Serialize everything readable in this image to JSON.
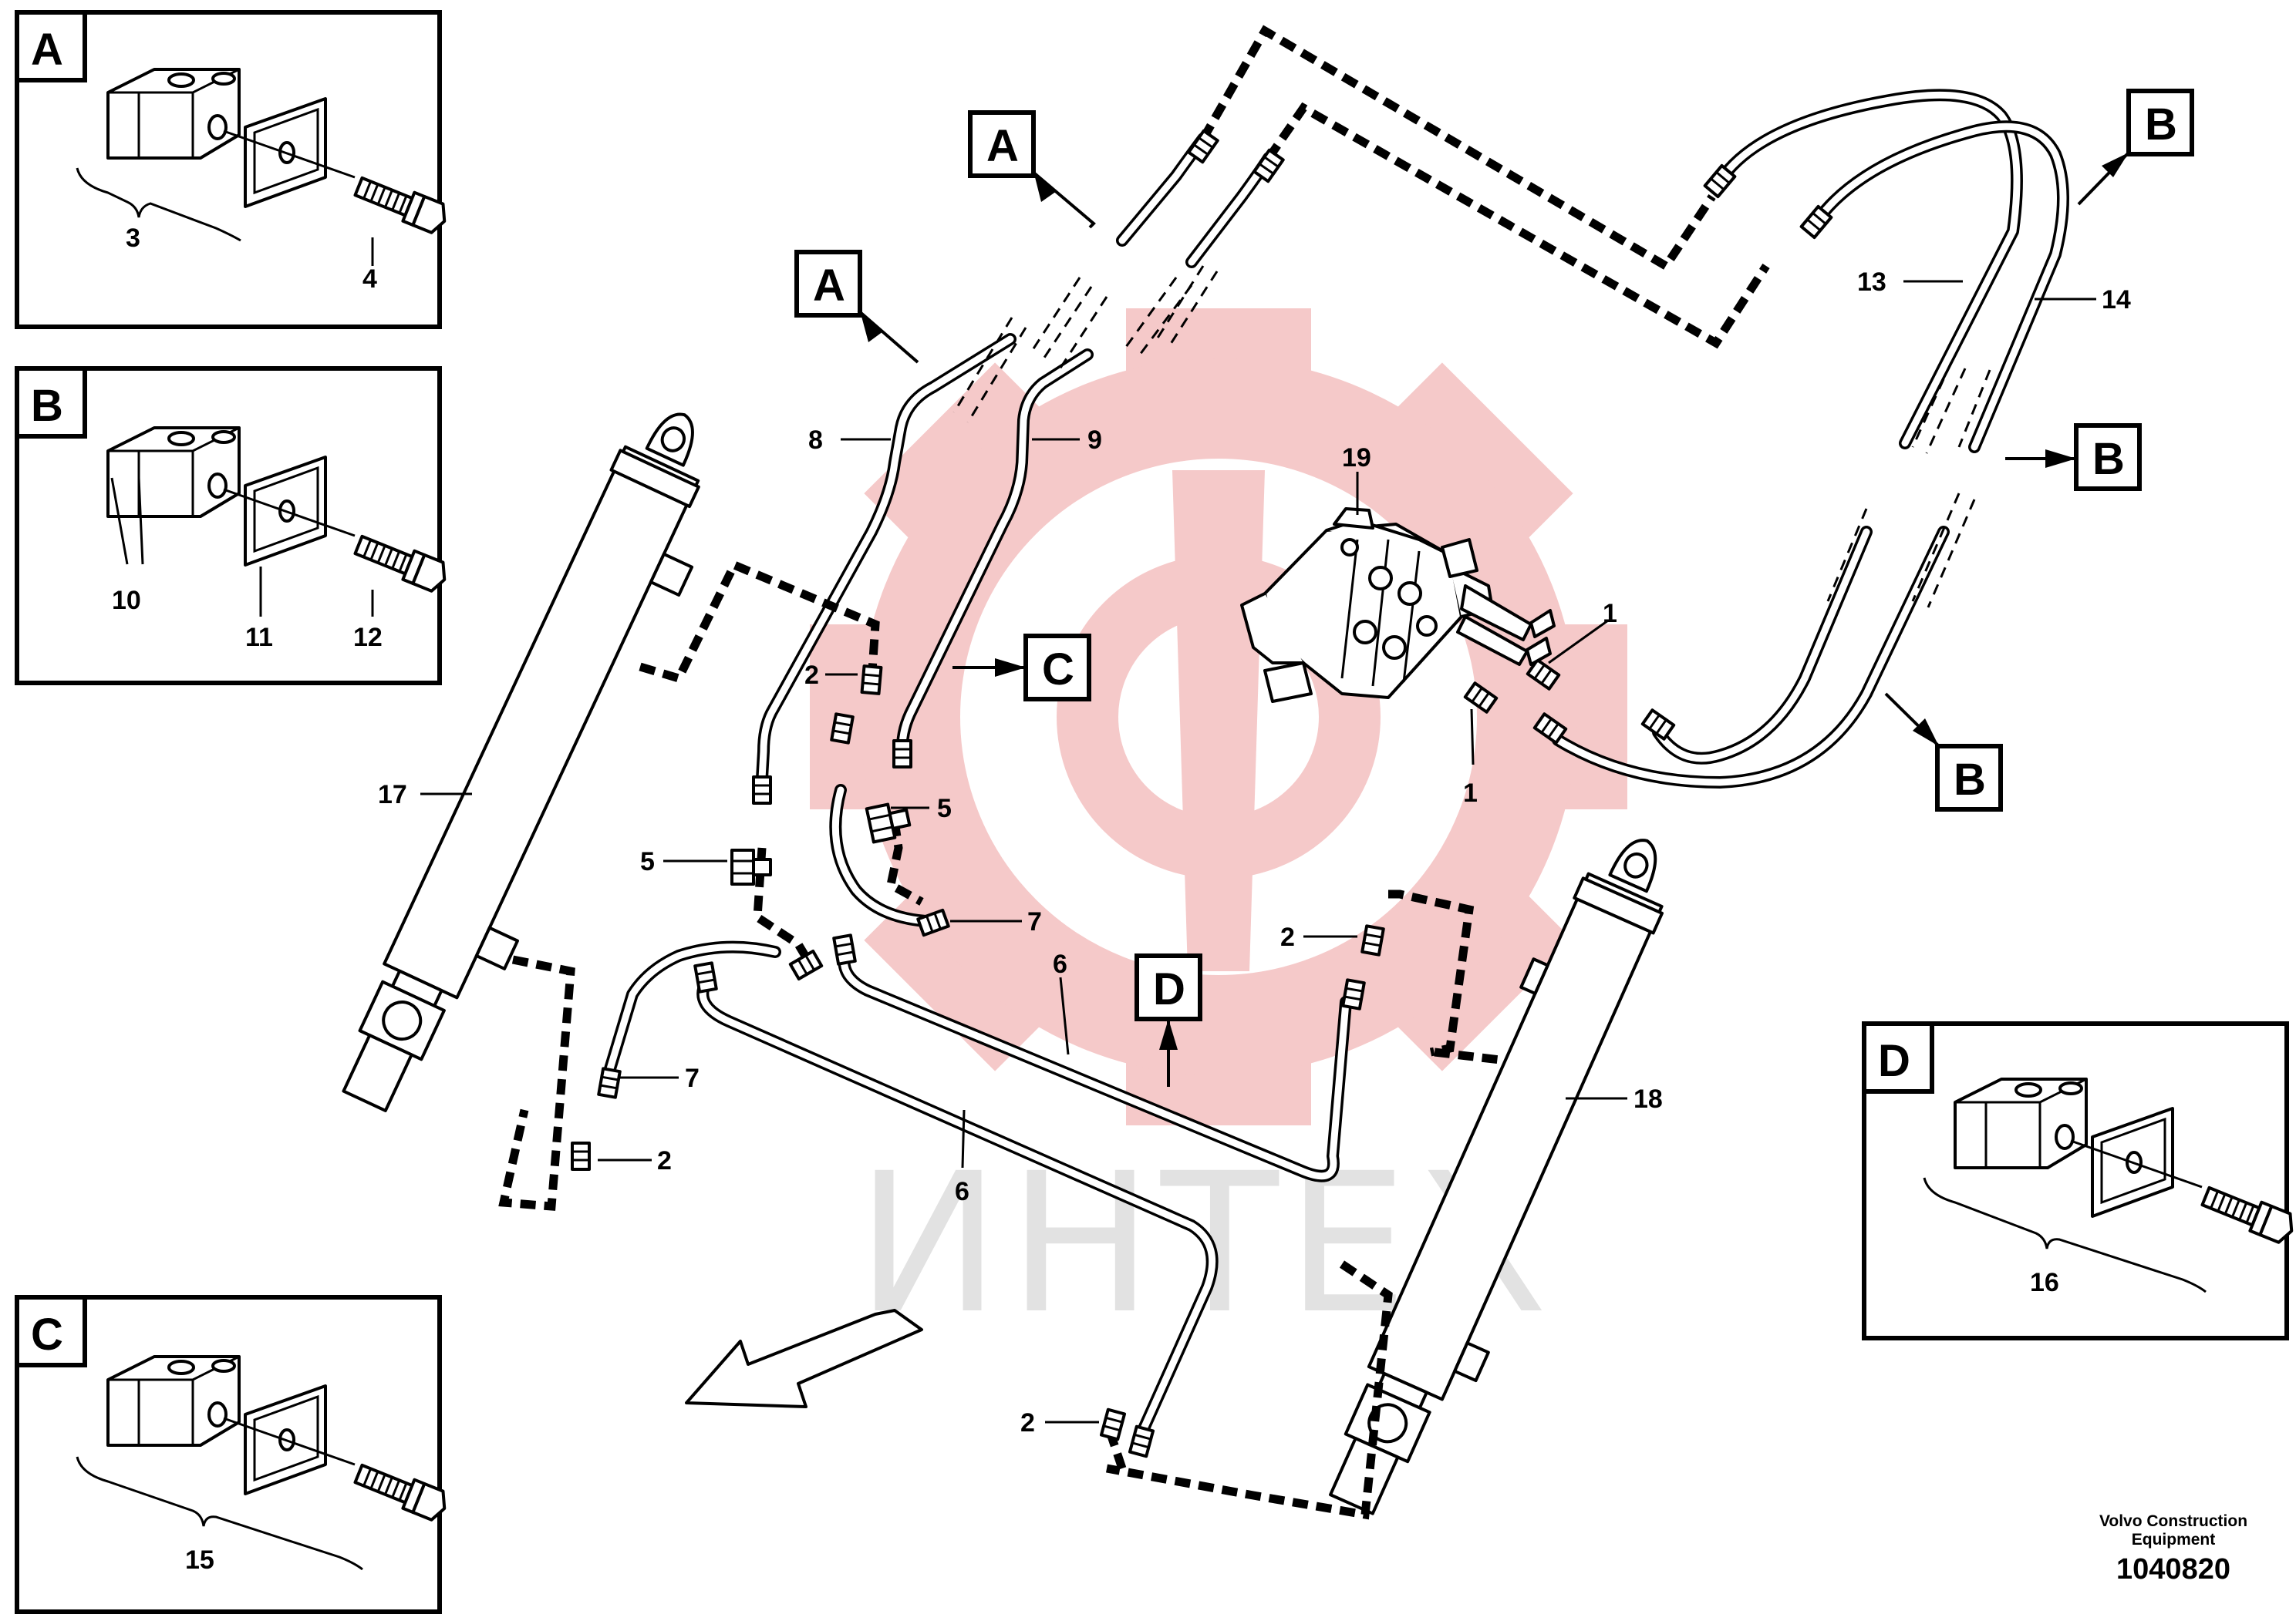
{
  "watermark": {
    "text": "ИНТЕХ",
    "gear_color": "#f5c9c9",
    "text_color": "#e2e2e2"
  },
  "inset_a": {
    "letter": "A",
    "labels": [
      "3",
      "4"
    ]
  },
  "inset_b": {
    "letter": "B",
    "labels": [
      "10",
      "11",
      "12"
    ]
  },
  "inset_c": {
    "letter": "C",
    "labels": [
      "15"
    ]
  },
  "inset_d": {
    "letter": "D",
    "labels": [
      "16"
    ]
  },
  "section_markers": [
    "A",
    "A",
    "B",
    "B",
    "B",
    "C",
    "D"
  ],
  "callouts": {
    "c1a": "1",
    "c1b": "1",
    "c2a": "2",
    "c2b": "2",
    "c2c": "2",
    "c2d": "2",
    "c5a": "5",
    "c5b": "5",
    "c6a": "6",
    "c6b": "6",
    "c7a": "7",
    "c7b": "7",
    "c8": "8",
    "c9": "9",
    "c13": "13",
    "c14": "14",
    "c17": "17",
    "c18": "18",
    "c19": "19"
  },
  "credit": {
    "line1": "Volvo Construction",
    "line2": "Equipment",
    "number": "1040820"
  },
  "icons": [
    "clamp-block-icon",
    "clamp-plate-icon",
    "bolt-icon",
    "hydraulic-cylinder-icon",
    "control-valve-icon",
    "direction-arrow-icon"
  ]
}
